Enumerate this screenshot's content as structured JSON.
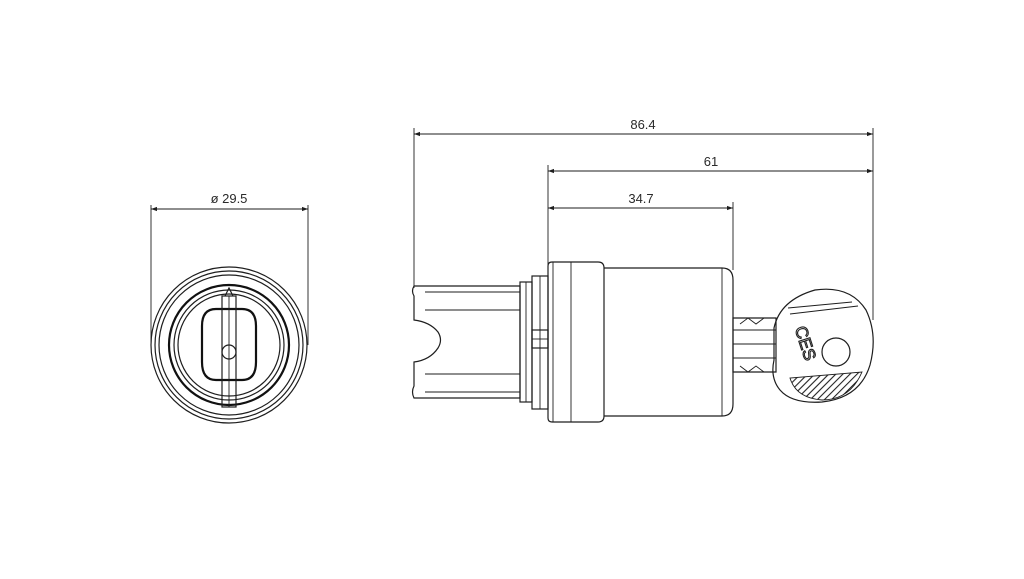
{
  "dimensions": {
    "front_diameter": "ø 29.5",
    "overall_length": "86.4",
    "body_with_key": "61",
    "body_length": "34.7"
  },
  "key_brand": "CES"
}
